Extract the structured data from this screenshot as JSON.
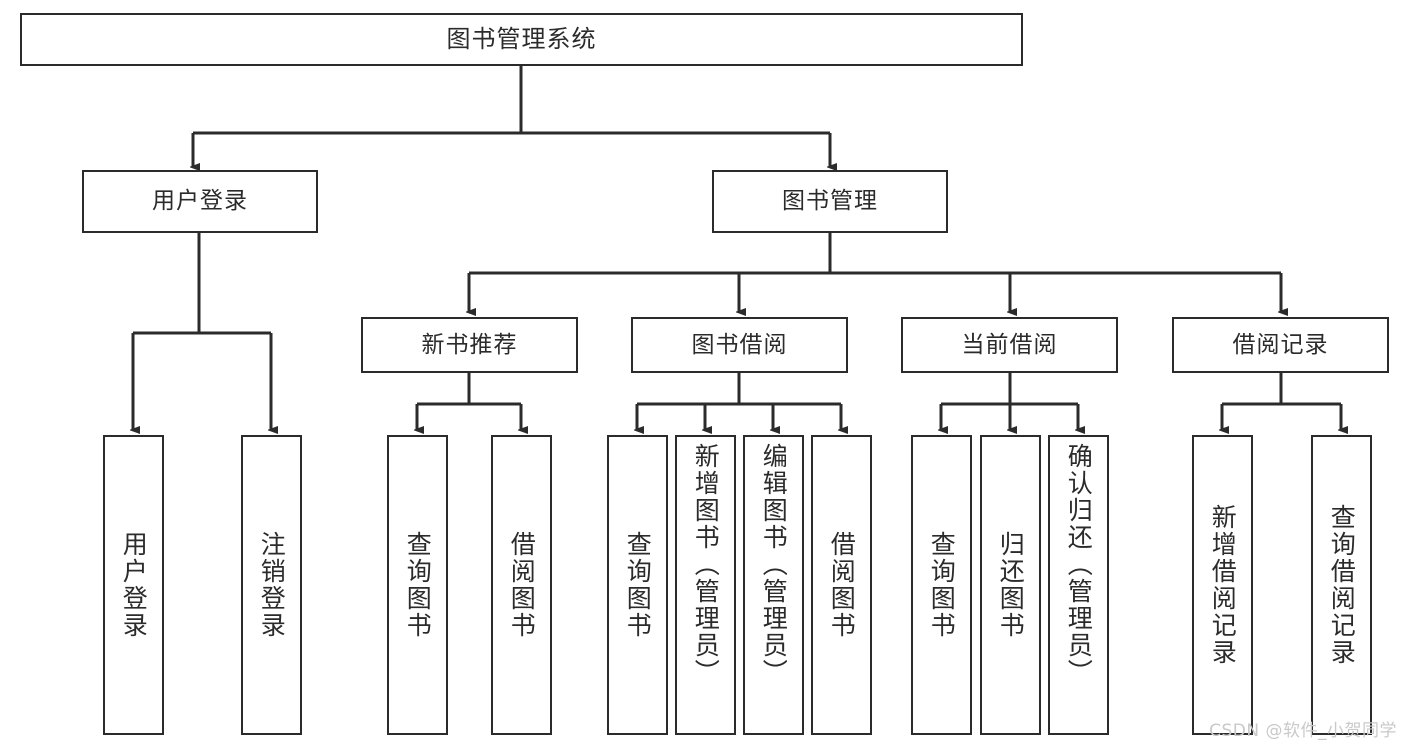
{
  "diagram": {
    "type": "tree",
    "title": "图书管理系统",
    "style": {
      "background": "#ffffff",
      "node_border": "#2b2b2b",
      "node_fill": "#ffffff",
      "connector": "#2b2b2b",
      "watermark_color": "#c9c9c9"
    },
    "root": {
      "label": "图书管理系统"
    },
    "level1": [
      {
        "label": "用户登录"
      },
      {
        "label": "图书管理"
      }
    ],
    "level2": [
      {
        "label": "新书推荐"
      },
      {
        "label": "图书借阅"
      },
      {
        "label": "当前借阅"
      },
      {
        "label": "借阅记录"
      }
    ],
    "leaves": {
      "user_login": [
        {
          "label": "用户登录"
        },
        {
          "label": "注销登录"
        }
      ],
      "new_book_recommend": [
        {
          "label": "查询图书"
        },
        {
          "label": "借阅图书"
        }
      ],
      "book_borrow": [
        {
          "label": "查询图书"
        },
        {
          "label": "新增图书（管理员）"
        },
        {
          "label": "编辑图书（管理员）"
        },
        {
          "label": "借阅图书"
        }
      ],
      "current_borrow": [
        {
          "label": "查询图书"
        },
        {
          "label": "归还图书"
        },
        {
          "label": "确认归还（管理员）"
        }
      ],
      "borrow_record": [
        {
          "label": "新增借阅记录"
        },
        {
          "label": "查询借阅记录"
        }
      ]
    },
    "watermark": "CSDN @软件_小贺同学"
  }
}
